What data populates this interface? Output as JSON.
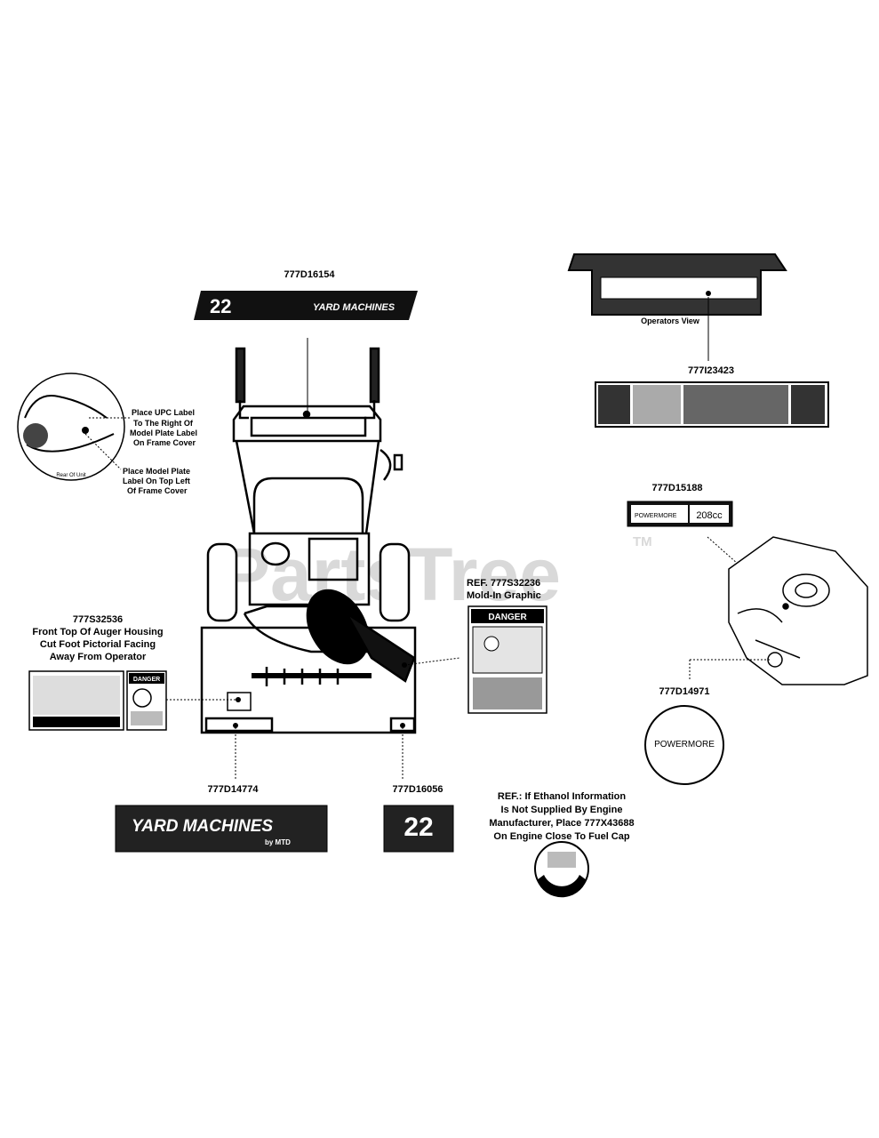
{
  "watermark": {
    "text": "PartsTree",
    "tm": "TM"
  },
  "parts": {
    "top_decal": "777D16154",
    "operators_panel": "777I23423",
    "engine_panel_decal": "777D15188",
    "engine_logo_decal": "777D14971",
    "auger_warning": "777S32536",
    "danger_mold_in": "REF. 777S32236",
    "housing_brand_decal": "777D14774",
    "housing_model_decal": "777D16056"
  },
  "notes": {
    "operators_view": "Operators View",
    "mold_in_graphic": "Mold-In Graphic",
    "upc_label": [
      "Place UPC Label",
      "To The Right Of",
      "Model Plate Label",
      "On Frame Cover"
    ],
    "model_plate": [
      "Place Model Plate",
      "Label On Top Left",
      "Of Frame Cover"
    ],
    "rear_of_unit": "Rear Of Unit",
    "auger_housing": [
      "Front Top Of Auger Housing",
      "Cut Foot Pictorial Facing",
      "Away From Operator"
    ],
    "ethanol": [
      "REF.: If Ethanol Information",
      "Is Not Supplied By Engine",
      "Manufacturer, Place 777X43688",
      "On Engine Close To Fuel Cap"
    ]
  },
  "decal_text": {
    "brand": "YARD MACHINES",
    "brand_sub": "by MTD",
    "model_number": "22",
    "danger": "DANGER",
    "powermore": "POWERMORE",
    "engine_size": "208cc"
  }
}
